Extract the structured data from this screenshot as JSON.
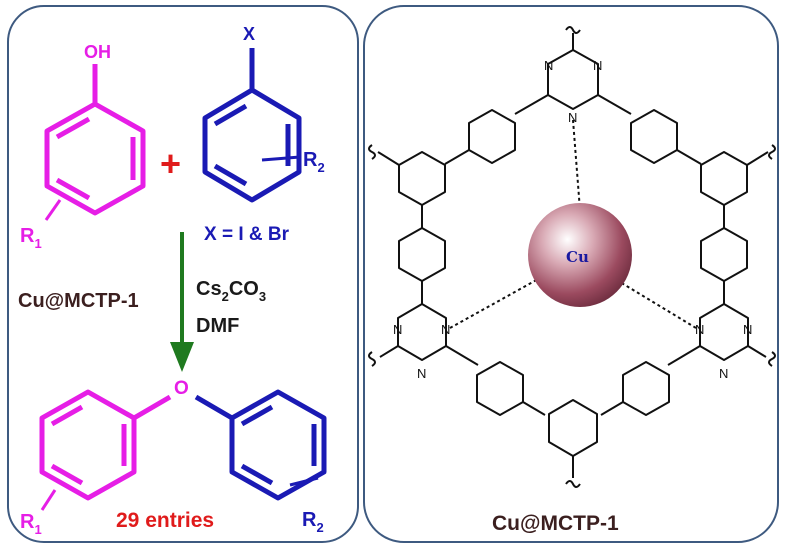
{
  "left_panel": {
    "reactant1": {
      "group": "OH",
      "substituent": "R",
      "substituent_sub": "1"
    },
    "plus": "+",
    "reactant2": {
      "group": "X",
      "substituent": "R",
      "substituent_sub": "2",
      "condition": "X = I & Br"
    },
    "reagents": {
      "catalyst": "Cu@MCTP-1",
      "base": "Cs",
      "base_sub": "2",
      "base_rest": "CO",
      "base_sub2": "3",
      "solvent": "DMF"
    },
    "product": {
      "bridge": "O",
      "left_sub": "R",
      "left_sub_sub": "1",
      "right_sub": "R",
      "right_sub_sub": "2",
      "entries": "29 entries"
    }
  },
  "right_panel": {
    "nitrogen": "N",
    "metal": "Cu",
    "caption": "Cu@MCTP-1"
  },
  "colors": {
    "magenta": "#e61ee6",
    "blue": "#1a1ab4",
    "green": "#1f7a1f",
    "red": "#e01b1b",
    "dark_brown": "#3b1f1f",
    "frame": "#3e5a80",
    "sphere": "#9b4a5f"
  }
}
